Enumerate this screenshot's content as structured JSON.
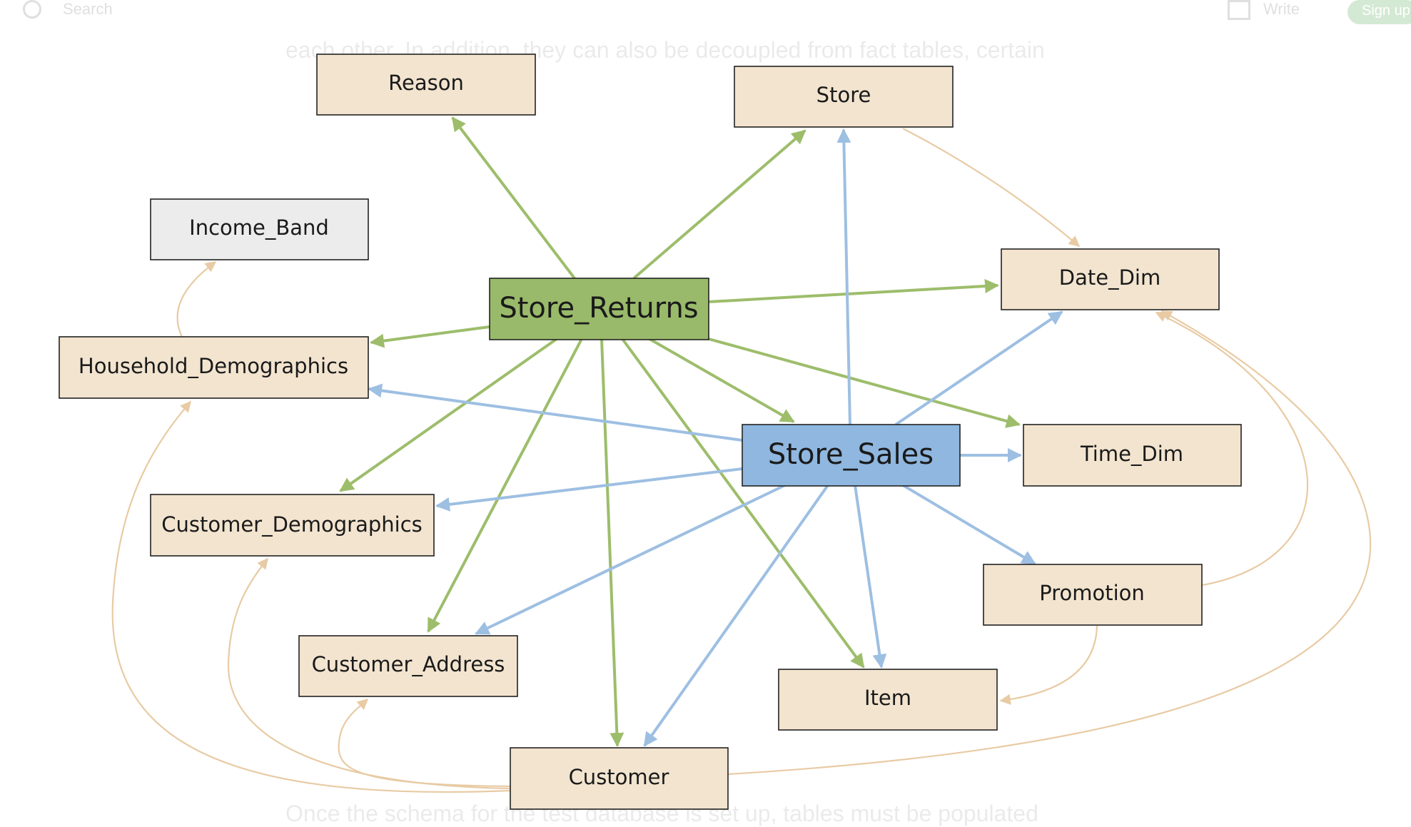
{
  "page": {
    "search_placeholder": "Search",
    "write_label": "Write",
    "signup_label": "Sign up",
    "ghost_text_top": "each other. In addition, they can also be decoupled from fact tables, certain",
    "ghost_text_bottom": "Once the schema for the test database is set up, tables must be populated"
  },
  "colors": {
    "fact_returns": "#99ba6a",
    "fact_sales": "#8fb7df",
    "dimension": "#f2e4cf",
    "dimension_plain": "#ececec",
    "edge_returns": "#9dbd6b",
    "edge_sales": "#9dbfe2",
    "edge_dimension": "#e8cba4"
  },
  "nodes": {
    "store_returns": "Store_Returns",
    "store_sales": "Store_Sales",
    "reason": "Reason",
    "store": "Store",
    "income_band": "Income_Band",
    "date_dim": "Date_Dim",
    "household_demographics": "Household_Demographics",
    "time_dim": "Time_Dim",
    "customer_demographics": "Customer_Demographics",
    "promotion": "Promotion",
    "customer_address": "Customer_Address",
    "item": "Item",
    "customer": "Customer"
  }
}
